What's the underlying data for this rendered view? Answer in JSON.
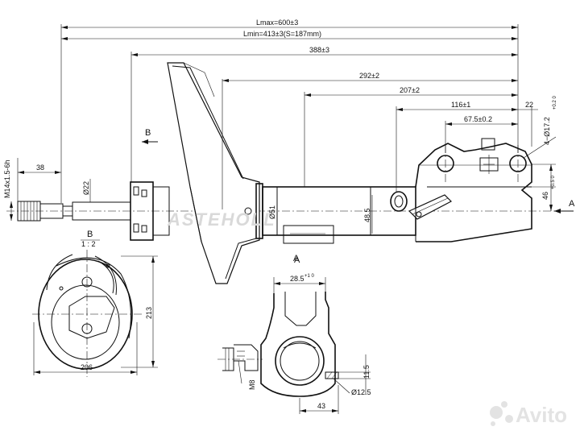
{
  "dimensions": {
    "lmax": "Lmax=600±3",
    "lmin": "Lmin=413±3(S=187mm)",
    "d388": "388±3",
    "d292": "292±2",
    "d207": "207±2",
    "d116": "116±1",
    "d22": "22",
    "d675": "67.5±0.2",
    "hole": "4−Ø17.2",
    "hole_tol": "+0.2 0",
    "d46": "46",
    "d46_tol": "+0.5 0",
    "thread": "M14x1.5-6h",
    "d38": "38",
    "dia22": "Ø22",
    "dia51": "Ø51",
    "d485": "48.5",
    "d206": "206",
    "d213": "213",
    "d285": "28.5",
    "d285_tol": "+1 0",
    "d115": "11.5",
    "dia125": "Ø12.5",
    "d43": "43",
    "m8": "M8"
  },
  "labels": {
    "view_a": "A",
    "view_b": "B",
    "section_a": "A",
    "section_b": "B",
    "scale": "1 : 2",
    "arrow_a": "A"
  },
  "watermark": {
    "brand": "ASTEHOLL",
    "avito": "Avito"
  }
}
